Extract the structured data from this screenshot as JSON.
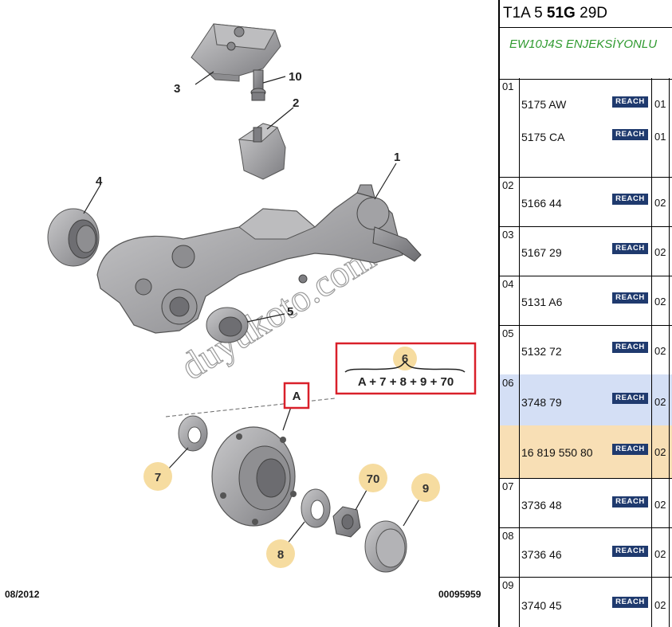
{
  "diagram": {
    "callouts": [
      "1",
      "2",
      "3",
      "4",
      "5",
      "10"
    ],
    "highlighted_callouts": [
      "6",
      "7",
      "8",
      "9",
      "70"
    ],
    "assembly_box": {
      "label": "A"
    },
    "kit_box": {
      "number": "6",
      "formula": "A + 7 + 8 + 9 + 70"
    },
    "footer_date": "08/2012",
    "footer_code": "00095959",
    "watermark": "duyukoto.com",
    "colors": {
      "bubble": "#f6dca0",
      "box_red": "#d9202a",
      "part": "#a9a9ab"
    }
  },
  "panel": {
    "header": {
      "prefix": "T1A 5 ",
      "bold": "51G",
      "suffix": " 29D"
    },
    "engine": "EW10J4S ENJEKSİYONLU",
    "reach_label": "REACH",
    "rows": [
      {
        "num": "01",
        "parts": [
          {
            "pn": "5175 AW",
            "qty": "01"
          },
          {
            "pn": "5175 CA",
            "qty": "01"
          }
        ]
      },
      {
        "num": "02",
        "parts": [
          {
            "pn": "5166 44",
            "qty": "02"
          }
        ]
      },
      {
        "num": "03",
        "parts": [
          {
            "pn": "5167 29",
            "qty": "02"
          }
        ]
      },
      {
        "num": "04",
        "parts": [
          {
            "pn": "5131 A6",
            "qty": "02"
          }
        ]
      },
      {
        "num": "05",
        "parts": [
          {
            "pn": "5132 72",
            "qty": "02"
          }
        ]
      },
      {
        "num": "06",
        "parts": [
          {
            "pn": "3748 79",
            "qty": "02"
          }
        ]
      },
      {
        "num": "",
        "parts": [
          {
            "pn": "16 819 550 80",
            "qty": "02"
          }
        ]
      },
      {
        "num": "07",
        "parts": [
          {
            "pn": "3736 48",
            "qty": "02"
          }
        ]
      },
      {
        "num": "08",
        "parts": [
          {
            "pn": "3736 46",
            "qty": "02"
          }
        ]
      },
      {
        "num": "09",
        "parts": [
          {
            "pn": "3740 45",
            "qty": "02"
          }
        ]
      }
    ]
  }
}
